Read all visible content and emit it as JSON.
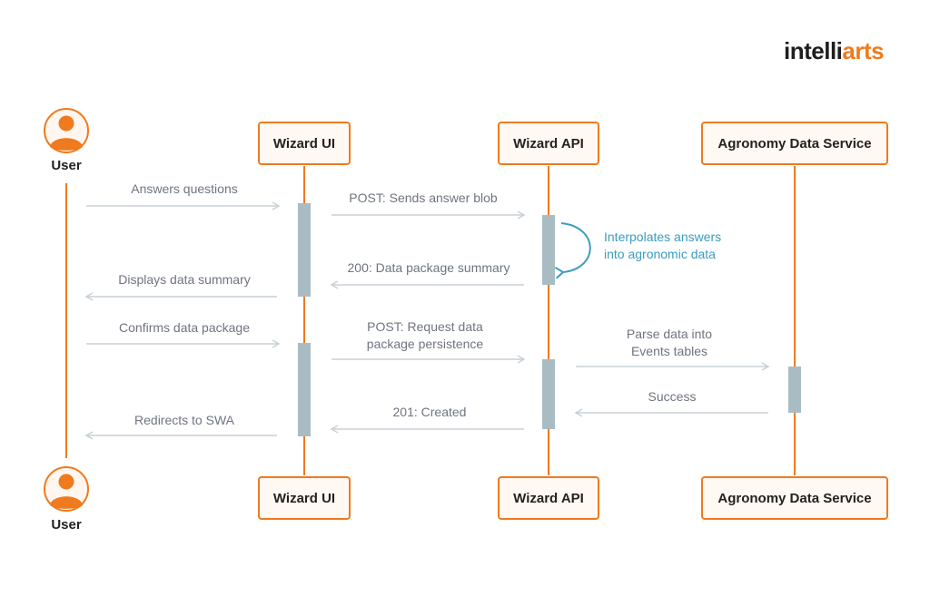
{
  "brand": {
    "logo_left": "intelli",
    "logo_right": "arts"
  },
  "colors": {
    "accent": "#f07a1e",
    "arrow": "#c9d1d6",
    "activation": "#a9bcc4",
    "note": "#3a9cbf",
    "text": "#6f7480"
  },
  "actors": {
    "user": "User",
    "wizard_ui": "Wizard UI",
    "wizard_api": "Wizard API",
    "agronomy": "Agronomy Data Service"
  },
  "icons": {
    "user": "user-avatar-icon"
  },
  "messages": {
    "answers_questions": "Answers questions",
    "post_answer_blob": "POST: Sends answer blob",
    "interpolates_1": "Interpolates answers",
    "interpolates_2": "into agronomic data",
    "data_package_summary": "200: Data package summary",
    "displays_summary": "Displays data summary",
    "confirms_package": "Confirms data package",
    "post_request_1": "POST: Request data",
    "post_request_2": "package persistence",
    "parse_1": "Parse data into",
    "parse_2": "Events tables",
    "success": "Success",
    "created": "201: Created",
    "redirects": "Redirects to SWA"
  }
}
